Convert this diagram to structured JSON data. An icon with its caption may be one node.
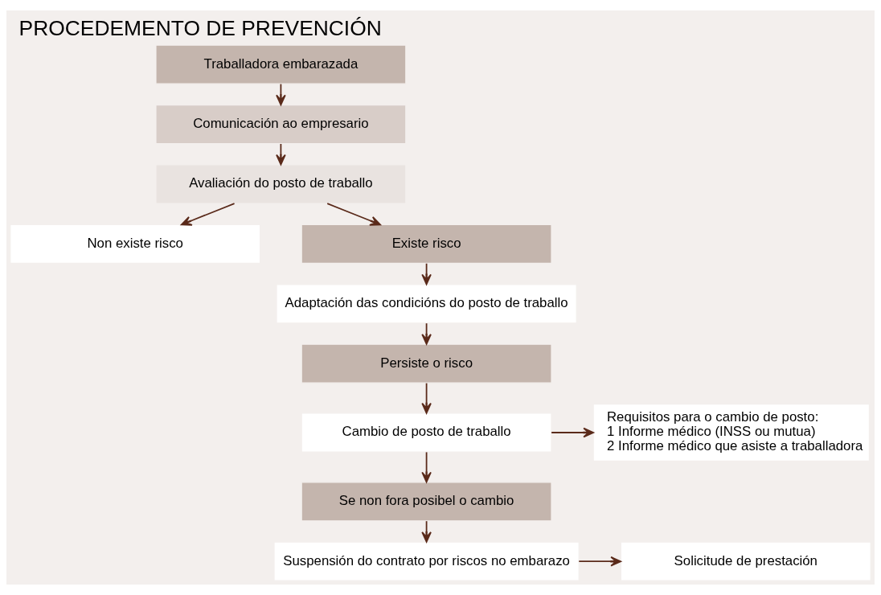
{
  "diagram": {
    "title": "PROCEDEMENTO DE PREVENCIÓN",
    "nodes": [
      {
        "text": [
          "Traballadora embarazada"
        ]
      },
      {
        "text": [
          "Comunicación ao empresario"
        ]
      },
      {
        "text": [
          "Avaliación do posto de traballo"
        ]
      },
      {
        "text": [
          "Non existe risco"
        ]
      },
      {
        "text": [
          "Existe risco"
        ]
      },
      {
        "text": [
          "Adaptación das condicións do posto de traballo"
        ]
      },
      {
        "text": [
          "Persiste o risco"
        ]
      },
      {
        "text": [
          "Requisitos para o cambio de posto:",
          "1 Informe médico (INSS ou mutua)",
          "2 Informe médico que asiste a traballadora"
        ]
      },
      {
        "text": [
          "Cambio de posto de traballo"
        ]
      },
      {
        "text": [
          "Se non fora posibel o cambio"
        ]
      },
      {
        "text": [
          "Suspensión do contrato por riscos no embarazo"
        ]
      },
      {
        "text": [
          "Solicitude de prestación"
        ]
      }
    ],
    "edges": [
      {
        "from": 0,
        "to": 1,
        "arrow": "to"
      },
      {
        "from": 1,
        "to": 2,
        "arrow": "to"
      },
      {
        "from": 2,
        "to": 3,
        "arrow": "to"
      },
      {
        "from": 2,
        "to": 4,
        "arrow": "to"
      },
      {
        "from": 4,
        "to": 5,
        "arrow": "to"
      },
      {
        "from": 5,
        "to": 6,
        "arrow": "to"
      },
      {
        "from": 6,
        "to": 8,
        "arrow": "to"
      },
      {
        "from": 8,
        "to": 7,
        "arrow": "to"
      },
      {
        "from": 8,
        "to": 9,
        "arrow": "to"
      },
      {
        "from": 9,
        "to": 10,
        "arrow": "to"
      },
      {
        "from": 10,
        "to": 11,
        "arrow": "to"
      }
    ]
  }
}
